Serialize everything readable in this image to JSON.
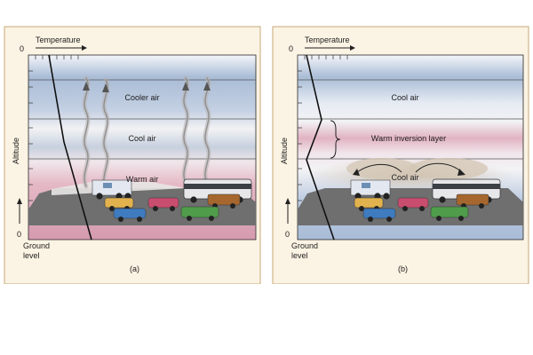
{
  "panels": [
    {
      "id": "a",
      "caption": "(a)",
      "temperature_label": "Temperature",
      "altitude_label": "Altitude",
      "zero_top": "0",
      "zero_bottom": "0",
      "ground_label": "Ground level",
      "layers": [
        "Cooler air",
        "Cool air",
        "Warm air"
      ]
    },
    {
      "id": "b",
      "caption": "(b)",
      "temperature_label": "Temperature",
      "altitude_label": "Altitude",
      "zero_top": "0",
      "zero_bottom": "0",
      "ground_label": "Ground level",
      "layers": [
        "Cool air",
        "Warm inversion layer",
        "Cool air"
      ]
    }
  ],
  "colors": {
    "panel_bg": "#fbf3e3",
    "panel_border": "#c7aa7a",
    "cool": "#a9bcd6",
    "warm": "#d8a7b4",
    "road": "#6f6f6f"
  }
}
